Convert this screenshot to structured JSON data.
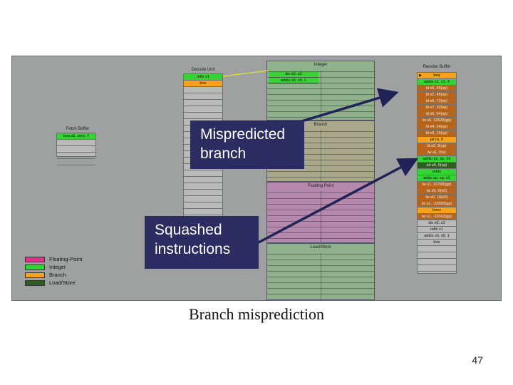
{
  "fetch_buffer": {
    "title": "Fetch Buffer",
    "slots": [
      {
        "text": "beq s5, zero, 7",
        "color": "#35d435"
      },
      {
        "text": "",
        "color": ""
      },
      {
        "text": "",
        "color": ""
      },
      {
        "text": "",
        "color": ""
      },
      {
        "text": "",
        "color": ""
      }
    ]
  },
  "decode_unit": {
    "title": "Decode Unit",
    "slots": [
      {
        "text": "mfhi v1",
        "color": "#35d435"
      },
      {
        "text": "bne",
        "color": "#f5a31a"
      }
    ]
  },
  "integer": {
    "title": "Integer",
    "slots": [
      {
        "text": "div s0, s3",
        "color": "#35d435"
      },
      {
        "text": "addiu s0, s0, 1",
        "color": "#35d435"
      }
    ]
  },
  "branch": {
    "title": "Branch"
  },
  "floating_point": {
    "title": "Floating Point"
  },
  "load_store": {
    "title": "Load/Store"
  },
  "reorder_buffer": {
    "title": "Reorder Buffer",
    "slots": [
      {
        "text": "beq",
        "color": "#f5a31a",
        "pointer": "▶"
      },
      {
        "text": "addiu s1, s1, 4",
        "color": "#35d435"
      },
      {
        "text": "ld s6, 56(sp)",
        "color": "#b5651d"
      },
      {
        "text": "ld s1, 48(sp)",
        "color": "#b5651d"
      },
      {
        "text": "ld s6, 72(sp)",
        "color": "#b5651d"
      },
      {
        "text": "ld s7, 32(sp)",
        "color": "#b5651d"
      },
      {
        "text": "ld s6, 64(sp)",
        "color": "#b5651d"
      },
      {
        "text": "lw s6, 32628(gp)",
        "color": "#b5651d"
      },
      {
        "text": "ld s4, 24(sp)",
        "color": "#b5651d"
      },
      {
        "text": "ld s3, 16(sp)",
        "color": "#b5651d"
      },
      {
        "text": "jal ra, 0",
        "color": "#f5a31a"
      },
      {
        "text": "ld s2, 8(sp)",
        "color": "#b5651d"
      },
      {
        "text": "lw a1, 0(s)",
        "color": "#b5651d"
      },
      {
        "text": "addiu sp, sp, 16",
        "color": "#35d435"
      },
      {
        "text": "sd s0, 0(sp)",
        "color": "#2e5e1e"
      },
      {
        "text": "addu",
        "color": "#35d435"
      },
      {
        "text": "addu sp, sp, s1",
        "color": "#35d435"
      },
      {
        "text": "lw s1, 32706(gp)",
        "color": "#b5651d"
      },
      {
        "text": "lw s0, 0(s0)",
        "color": "#b5651d"
      },
      {
        "text": "lw s0, 16(s0)",
        "color": "#b5651d"
      },
      {
        "text": "lw s1, -32660(gp)",
        "color": "#b5651d"
      },
      {
        "text": "bnez",
        "color": "#f5a31a"
      },
      {
        "text": "lw s1, -32662(gp)",
        "color": "#b5651d"
      },
      {
        "text": "div s0, s3",
        "color": ""
      },
      {
        "text": "mfhi v1",
        "color": ""
      },
      {
        "text": "addiu s0, s0, 1",
        "color": ""
      },
      {
        "text": "bne",
        "color": ""
      },
      {
        "text": "",
        "color": ""
      },
      {
        "text": "",
        "color": ""
      },
      {
        "text": "",
        "color": ""
      },
      {
        "text": "",
        "color": ""
      }
    ]
  },
  "callouts": {
    "mispredicted": "Mispredicted\nbranch",
    "squashed": "Squashed\ninstructions"
  },
  "legend": [
    {
      "label": "Floating-Point",
      "color": "#e0308c"
    },
    {
      "label": "Integer",
      "color": "#35d435"
    },
    {
      "label": "Branch",
      "color": "#f5a31a"
    },
    {
      "label": "Load/Store",
      "color": "#2e5e1e"
    }
  ],
  "caption": "Branch misprediction",
  "page_number": "47"
}
